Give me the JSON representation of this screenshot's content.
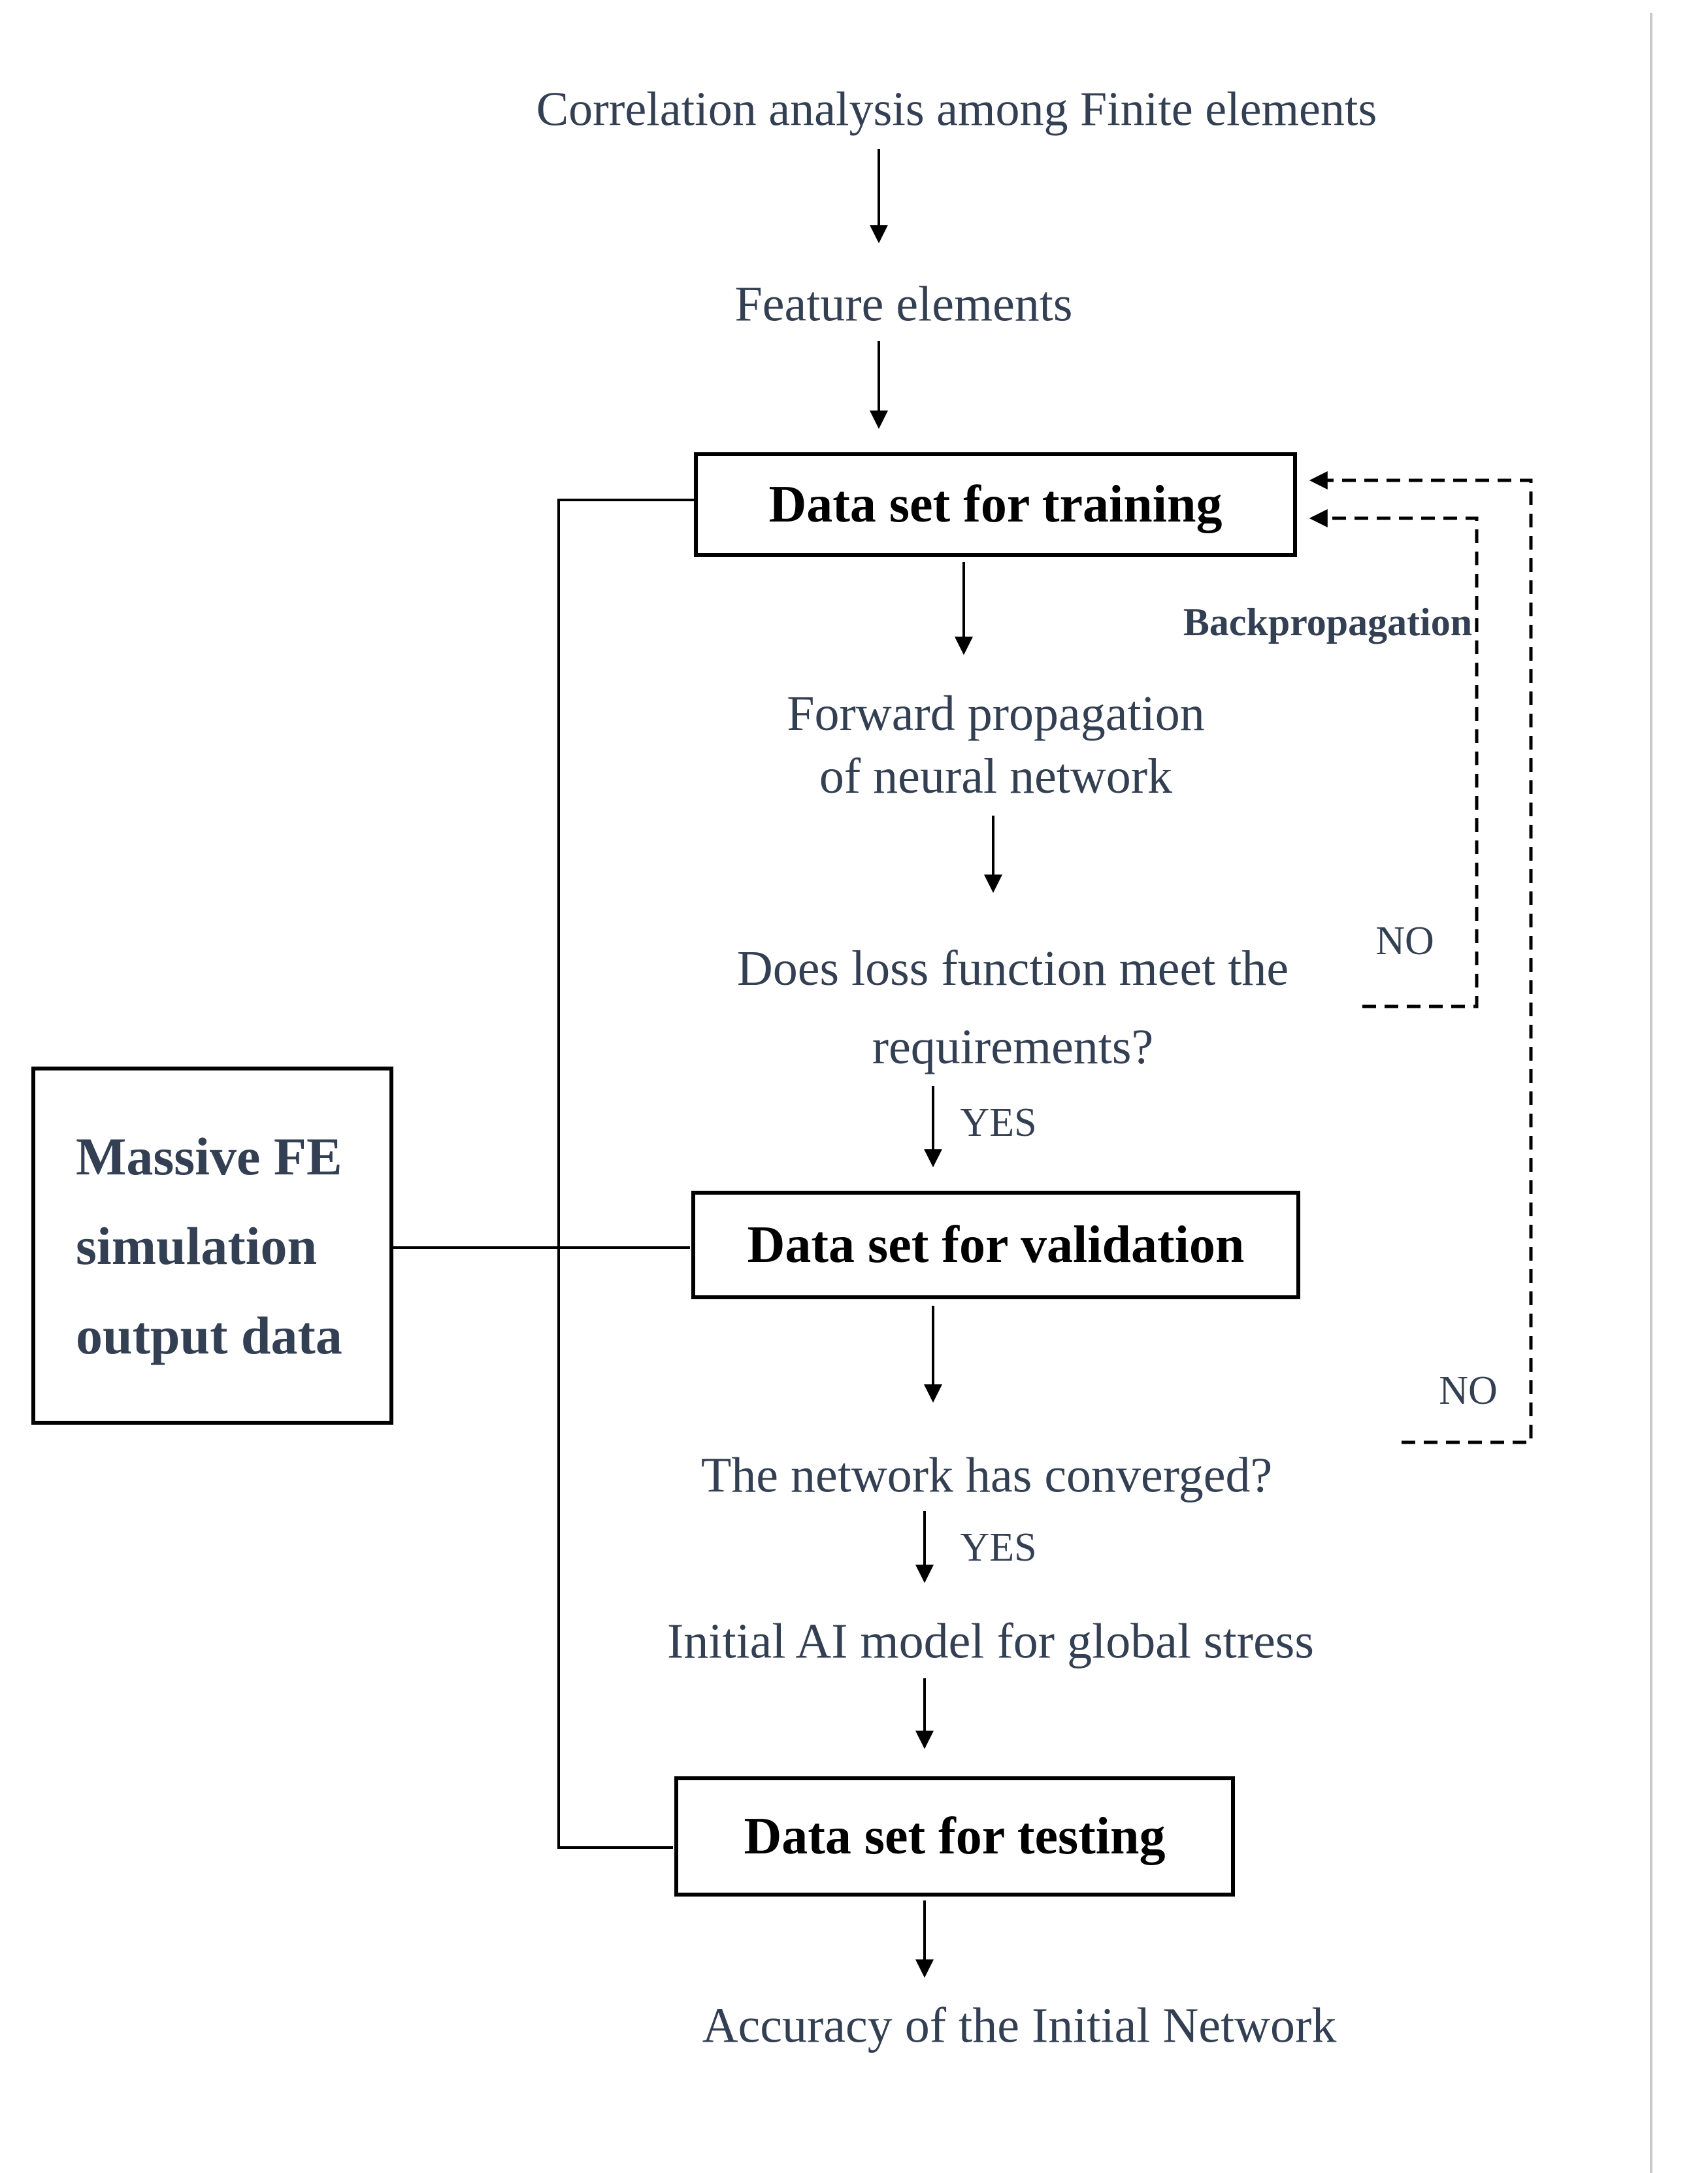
{
  "flow": {
    "title": "Correlation analysis among Finite elements",
    "feature": "Feature elements",
    "training": "Data set for training",
    "forward1": "Forward propagation",
    "forward2": "of neural network",
    "loss1": "Does loss function meet the",
    "loss2": "requirements?",
    "validation": "Data set for validation",
    "converged": "The network has converged?",
    "initial_ai": "Initial AI model for global stress",
    "testing": "Data set for testing",
    "accuracy": "Accuracy of the Initial Network"
  },
  "side": {
    "massive1": "Massive FE",
    "massive2": "simulation",
    "massive3": "output data"
  },
  "labels": {
    "backpropagation": "Backpropagation",
    "yes_loss": "YES",
    "no_loss": "NO",
    "yes_converged": "YES",
    "no_converged": "NO"
  },
  "colors": {
    "text": "#333f52",
    "box_text": "#000000",
    "line": "#000000",
    "page_edge": "#c9c9c9",
    "background": "#ffffff"
  }
}
